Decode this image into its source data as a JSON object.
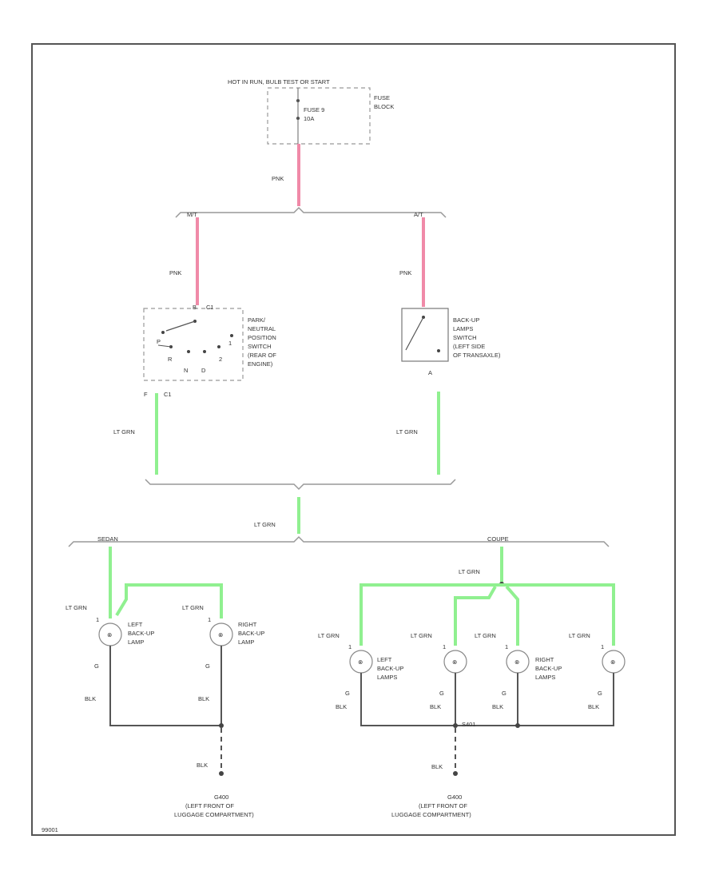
{
  "fuse_block": {
    "hot_label": "HOT IN RUN, BULB TEST OR START",
    "fuse_label": "FUSE 9",
    "fuse_rating": "10A",
    "block_label_1": "FUSE",
    "block_label_2": "BLOCK"
  },
  "wires": {
    "pnk": "PNK",
    "lt_grn": "LT GRN",
    "blk": "BLK"
  },
  "splits": {
    "mt": "M/T",
    "at": "A/T",
    "sedan": "SEDAN",
    "coupe": "COUPE"
  },
  "pnp_switch": {
    "label_lines": [
      "PARK/",
      "NEUTRAL",
      "POSITION",
      "SWITCH",
      "(REAR OF",
      "ENGINE)"
    ],
    "pin_top": "B",
    "conn_top": "C1",
    "pin_bottom": "F",
    "conn_bottom": "C1",
    "positions": [
      "P",
      "R",
      "N",
      "D",
      "2",
      "1"
    ]
  },
  "backup_switch": {
    "label_lines": [
      "BACK-UP",
      "LAMPS",
      "SWITCH",
      "(LEFT SIDE",
      "OF TRANSAXLE)"
    ],
    "pin_bottom": "A"
  },
  "lamps": {
    "left_backup_lamp": [
      "LEFT",
      "BACK-UP",
      "LAMP"
    ],
    "right_backup_lamp": [
      "RIGHT",
      "BACK-UP",
      "LAMP"
    ],
    "left_backup_lamps": [
      "LEFT",
      "BACK-UP",
      "LAMPS"
    ],
    "right_backup_lamps": [
      "RIGHT",
      "BACK-UP",
      "LAMPS"
    ],
    "pin_top": "1",
    "pin_bottom": "G"
  },
  "grounds": {
    "left_id": "G400",
    "right_id": "G400",
    "loc_line_1": "(LEFT FRONT OF",
    "loc_line_2": "LUGGAGE COMPARTMENT)",
    "splice": "S401"
  },
  "figure_id": "99001"
}
